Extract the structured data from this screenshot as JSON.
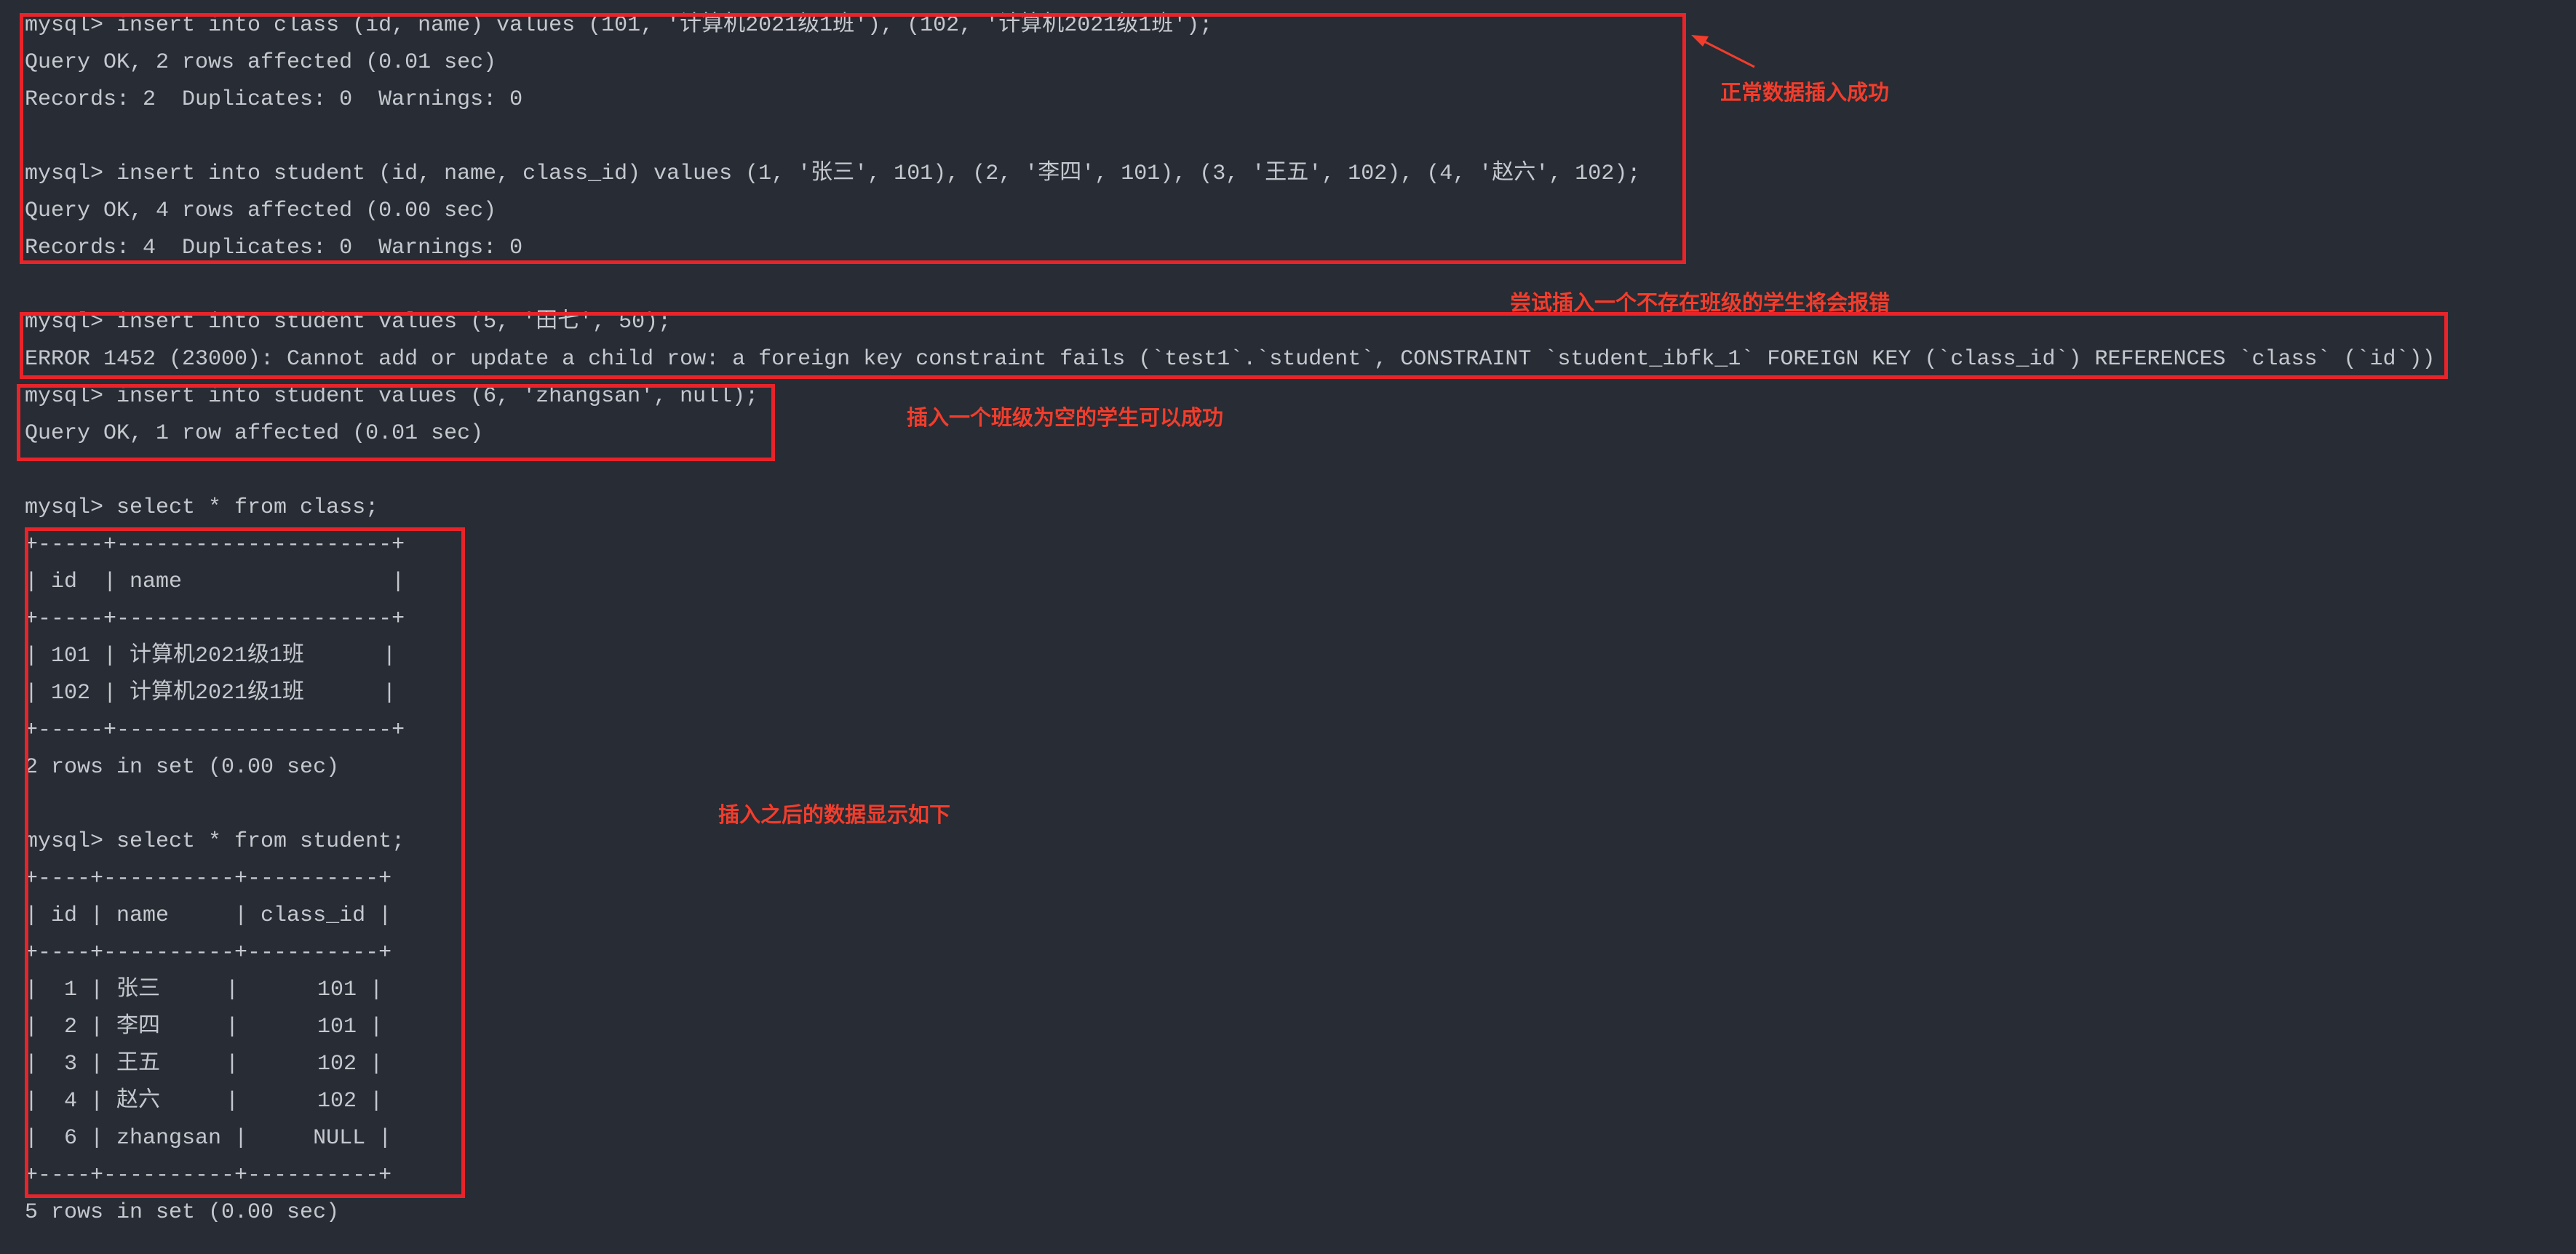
{
  "terminal": {
    "lines": [
      "mysql> insert into class (id, name) values (101, '计算机2021级1班'), (102, '计算机2021级1班');",
      "Query OK, 2 rows affected (0.01 sec)",
      "Records: 2  Duplicates: 0  Warnings: 0",
      "",
      "mysql> insert into student (id, name, class_id) values (1, '张三', 101), (2, '李四', 101), (3, '王五', 102), (4, '赵六', 102);",
      "Query OK, 4 rows affected (0.00 sec)",
      "Records: 4  Duplicates: 0  Warnings: 0",
      "",
      "mysql> insert into student values (5, '田七', 50);",
      "ERROR 1452 (23000): Cannot add or update a child row: a foreign key constraint fails (`test1`.`student`, CONSTRAINT `student_ibfk_1` FOREIGN KEY (`class_id`) REFERENCES `class` (`id`))",
      "mysql> insert into student values (6, 'zhangsan', null);",
      "Query OK, 1 row affected (0.01 sec)",
      "",
      "mysql> select * from class;",
      "+-----+---------------------+",
      "| id  | name                |",
      "+-----+---------------------+",
      "| 101 | 计算机2021级1班      |",
      "| 102 | 计算机2021级1班      |",
      "+-----+---------------------+",
      "2 rows in set (0.00 sec)",
      "",
      "mysql> select * from student;",
      "+----+----------+----------+",
      "| id | name     | class_id |",
      "+----+----------+----------+",
      "|  1 | 张三     |      101 |",
      "|  2 | 李四     |      101 |",
      "|  3 | 王五     |      102 |",
      "|  4 | 赵六     |      102 |",
      "|  6 | zhangsan |     NULL |",
      "+----+----------+----------+",
      "5 rows in set (0.00 sec)"
    ]
  },
  "annotations": {
    "insert_ok": "正常数据插入成功",
    "fk_error": "尝试插入一个不存在班级的学生将会报错",
    "null_ok": "插入一个班级为空的学生可以成功",
    "result": "插入之后的数据显示如下"
  },
  "colors": {
    "background": "#282c34",
    "text": "#c5c8ce",
    "highlight_box": "#e8242a",
    "annotation": "#f23d2c"
  }
}
